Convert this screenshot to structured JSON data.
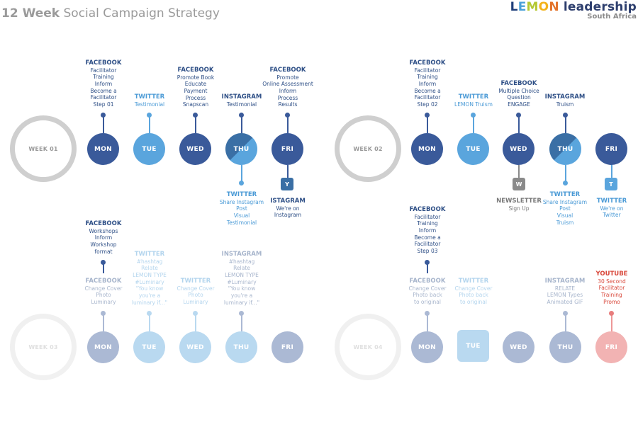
{
  "header": {
    "title_bold": "12 Week",
    "title_rest": " Social Campaign Strategy",
    "logo_lemon": "LEMON",
    "logo_leadership": " leadership",
    "logo_sub": "South Africa"
  },
  "colors": {
    "dark_blue": "#3a5a9a",
    "light_blue": "#5aa5dd",
    "grey": "#8a8a8a",
    "red": "#e87d7d",
    "lemon": [
      "#1f3f7a",
      "#4aa0d8",
      "#b5c832",
      "#f3b31c",
      "#e37229"
    ]
  },
  "weeks": [
    {
      "label": "WEEK 01"
    },
    {
      "label": "WEEK 02"
    },
    {
      "label": "WEEK 03"
    },
    {
      "label": "WEEK 04"
    }
  ],
  "days": {
    "mon": "MON",
    "tue": "TUE",
    "wed": "WED",
    "thu": "THU",
    "fri": "FRI"
  },
  "badges": {
    "w1_fri": "Y",
    "w2_wed": "W",
    "w2_fri": "T"
  },
  "week1": {
    "mon": {
      "head": "FACEBOOK",
      "lines": [
        "Facilitator",
        "Training",
        "Inform",
        "Become a",
        "Facilitator",
        "Step 01"
      ]
    },
    "tue": {
      "head": "TWITTER",
      "lines": [
        "Testimonial"
      ]
    },
    "wed": {
      "head": "FACEBOOK",
      "lines": [
        "Promote Book",
        "Educate",
        "Payment",
        "Process",
        "Snapscan"
      ]
    },
    "thu": {
      "head": "INSTAGRAM",
      "lines": [
        "Testimonial"
      ]
    },
    "fri": {
      "head": "FACEBOOK",
      "lines": [
        "Promote",
        "Online Assessment",
        "Inform",
        "Process",
        "Results"
      ]
    },
    "thu_below": {
      "head": "TWITTER",
      "lines": [
        "Share Instagram",
        "Post",
        "Visual",
        "Testimonial"
      ]
    },
    "fri_below": {
      "head": "ISTAGRAM",
      "lines": [
        "We're on",
        "Instagram"
      ]
    }
  },
  "week2": {
    "mon": {
      "head": "FACEBOOK",
      "lines": [
        "Facilitator",
        "Training",
        "Inform",
        "Become a",
        "Facilitator",
        "Step 02"
      ]
    },
    "tue": {
      "head": "TWITTER",
      "lines": [
        "LEMON Truism"
      ]
    },
    "wed": {
      "head": "FACEBOOK",
      "lines": [
        "Multiple Choice",
        "Question",
        "ENGAGE"
      ]
    },
    "thu": {
      "head": "INSTAGRAM",
      "lines": [
        "Truism"
      ]
    },
    "wed_below": {
      "head": "NEWSLETTER",
      "lines": [
        "Sign Up"
      ]
    },
    "thu_below": {
      "head": "TWITTER",
      "lines": [
        "Share Instagram",
        "Post",
        "Visual",
        "Truism"
      ]
    },
    "fri_below": {
      "head": "TWITTER",
      "lines": [
        "We're on",
        "Twitter"
      ]
    }
  },
  "week3": {
    "mon_top": {
      "head": "FACEBOOK",
      "lines": [
        "Workshops",
        "Inform",
        "Workshop",
        "format"
      ]
    },
    "mon": {
      "head": "FACEBOOK",
      "lines": [
        "Change Cover",
        "Photo",
        "Luminary"
      ]
    },
    "tue": {
      "head": "TWITTER",
      "lines": [
        "#hashtag",
        "Relate",
        "LEMON TYPE",
        "#Luminary",
        "\"You know",
        "you're a",
        "luminary if...\""
      ]
    },
    "wed": {
      "head": "TWITTER",
      "lines": [
        "Change Cover",
        "Photo",
        "Luminary"
      ]
    },
    "thu": {
      "head": "INSTAGRAM",
      "lines": [
        "#hashtag",
        "Relate",
        "LEMON TYPE",
        "#Luminary",
        "\"You know",
        "you're a",
        "luminary if...\""
      ]
    }
  },
  "week4": {
    "mon_top": {
      "head": "FACEBOOK",
      "lines": [
        "Facilitator",
        "Training",
        "Inform",
        "Become a",
        "Facilitator",
        "Step 03"
      ]
    },
    "mon": {
      "head": "FACEBOOK",
      "lines": [
        "Change Cover",
        "Photo back",
        "to original"
      ]
    },
    "tue": {
      "head": "TWITTER",
      "lines": [
        "Change Cover",
        "Photo back",
        "to original"
      ]
    },
    "thu": {
      "head": "INSTAGRAM",
      "lines": [
        "RELATE",
        "LEMON Types",
        "Animated GIF"
      ]
    },
    "fri": {
      "head": "YOUTUBE",
      "lines": [
        "30 Second",
        "Facilitator",
        "Training",
        "Promo"
      ]
    }
  }
}
